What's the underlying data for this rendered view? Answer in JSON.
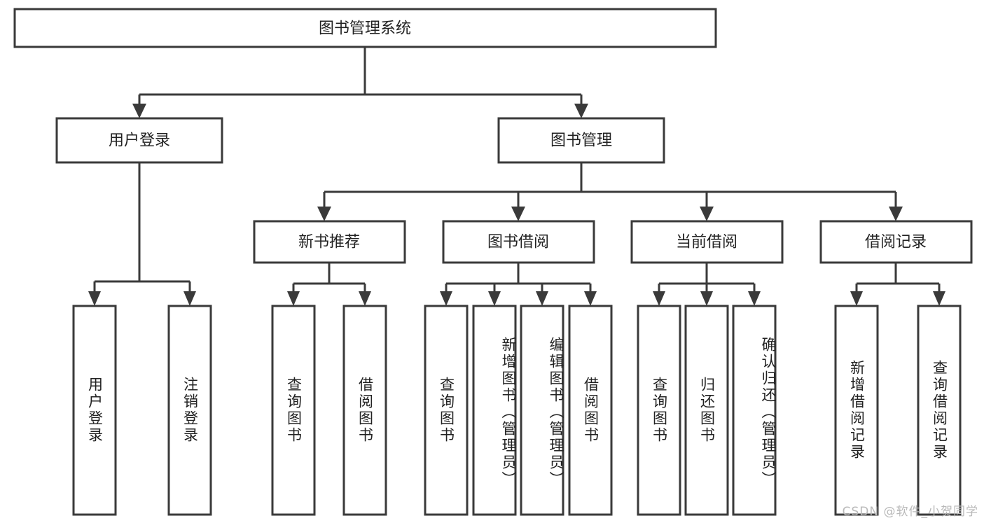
{
  "diagram": {
    "type": "tree-hierarchy-chart",
    "title_node": "图书管理系统",
    "watermark": "CSDN @软件_小贺同学",
    "colors": {
      "stroke": "#3a3a3a",
      "box_fill": "#ffffff",
      "text": "#222222",
      "background": "#ffffff",
      "watermark": "#b9b9b9"
    },
    "nodes": {
      "root": {
        "label": "图书管理系统"
      },
      "level2": [
        {
          "label": "用户登录"
        },
        {
          "label": "图书管理"
        }
      ],
      "level3": [
        {
          "label": "新书推荐"
        },
        {
          "label": "图书借阅"
        },
        {
          "label": "当前借阅"
        },
        {
          "label": "借阅记录"
        }
      ],
      "leaves": [
        {
          "label": "用户登录",
          "parent": "用户登录"
        },
        {
          "label": "注销登录",
          "parent": "用户登录"
        },
        {
          "label": "查询图书",
          "parent": "新书推荐"
        },
        {
          "label": "借阅图书",
          "parent": "新书推荐"
        },
        {
          "label": "查询图书",
          "parent": "图书借阅"
        },
        {
          "label": "新增图书（管理员）",
          "parent": "图书借阅"
        },
        {
          "label": "编辑图书（管理员）",
          "parent": "图书借阅"
        },
        {
          "label": "借阅图书",
          "parent": "图书借阅"
        },
        {
          "label": "查询图书",
          "parent": "当前借阅"
        },
        {
          "label": "归还图书",
          "parent": "当前借阅"
        },
        {
          "label": "确认归还（管理员）",
          "parent": "当前借阅"
        },
        {
          "label": "新增借阅记录",
          "parent": "借阅记录"
        },
        {
          "label": "查询借阅记录",
          "parent": "借阅记录"
        }
      ]
    }
  }
}
